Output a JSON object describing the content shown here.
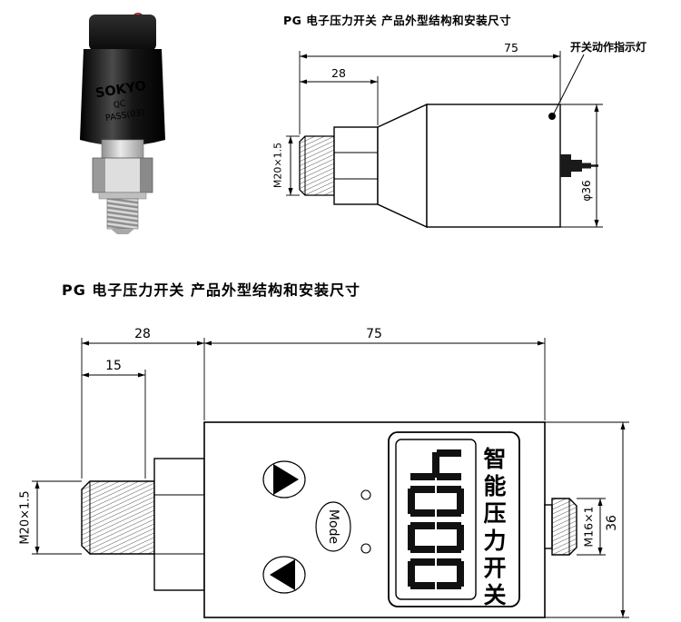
{
  "photo": {
    "brand": "SOKYO",
    "qc": "QC",
    "pass": "PASS(03)"
  },
  "top_drawing": {
    "title": "PG 电子压力开关 产品外型结构和安装尺寸",
    "indicator_label": "开关动作指示灯",
    "dims": {
      "total_length": "75",
      "thread_section": "28",
      "thread_spec": "M20×1.5",
      "body_diameter": "φ36"
    }
  },
  "bottom_drawing": {
    "title": "PG 电子压力开关 产品外型结构和安装尺寸",
    "dims": {
      "thread_section": "28",
      "body_length": "75",
      "thread_length": "15",
      "thread_spec_left": "M20×1.5",
      "thread_spec_right": "M16×1",
      "body_height": "36"
    },
    "display_value": "4000",
    "mode_label": "Mode",
    "side_label": "智能压力开关"
  }
}
